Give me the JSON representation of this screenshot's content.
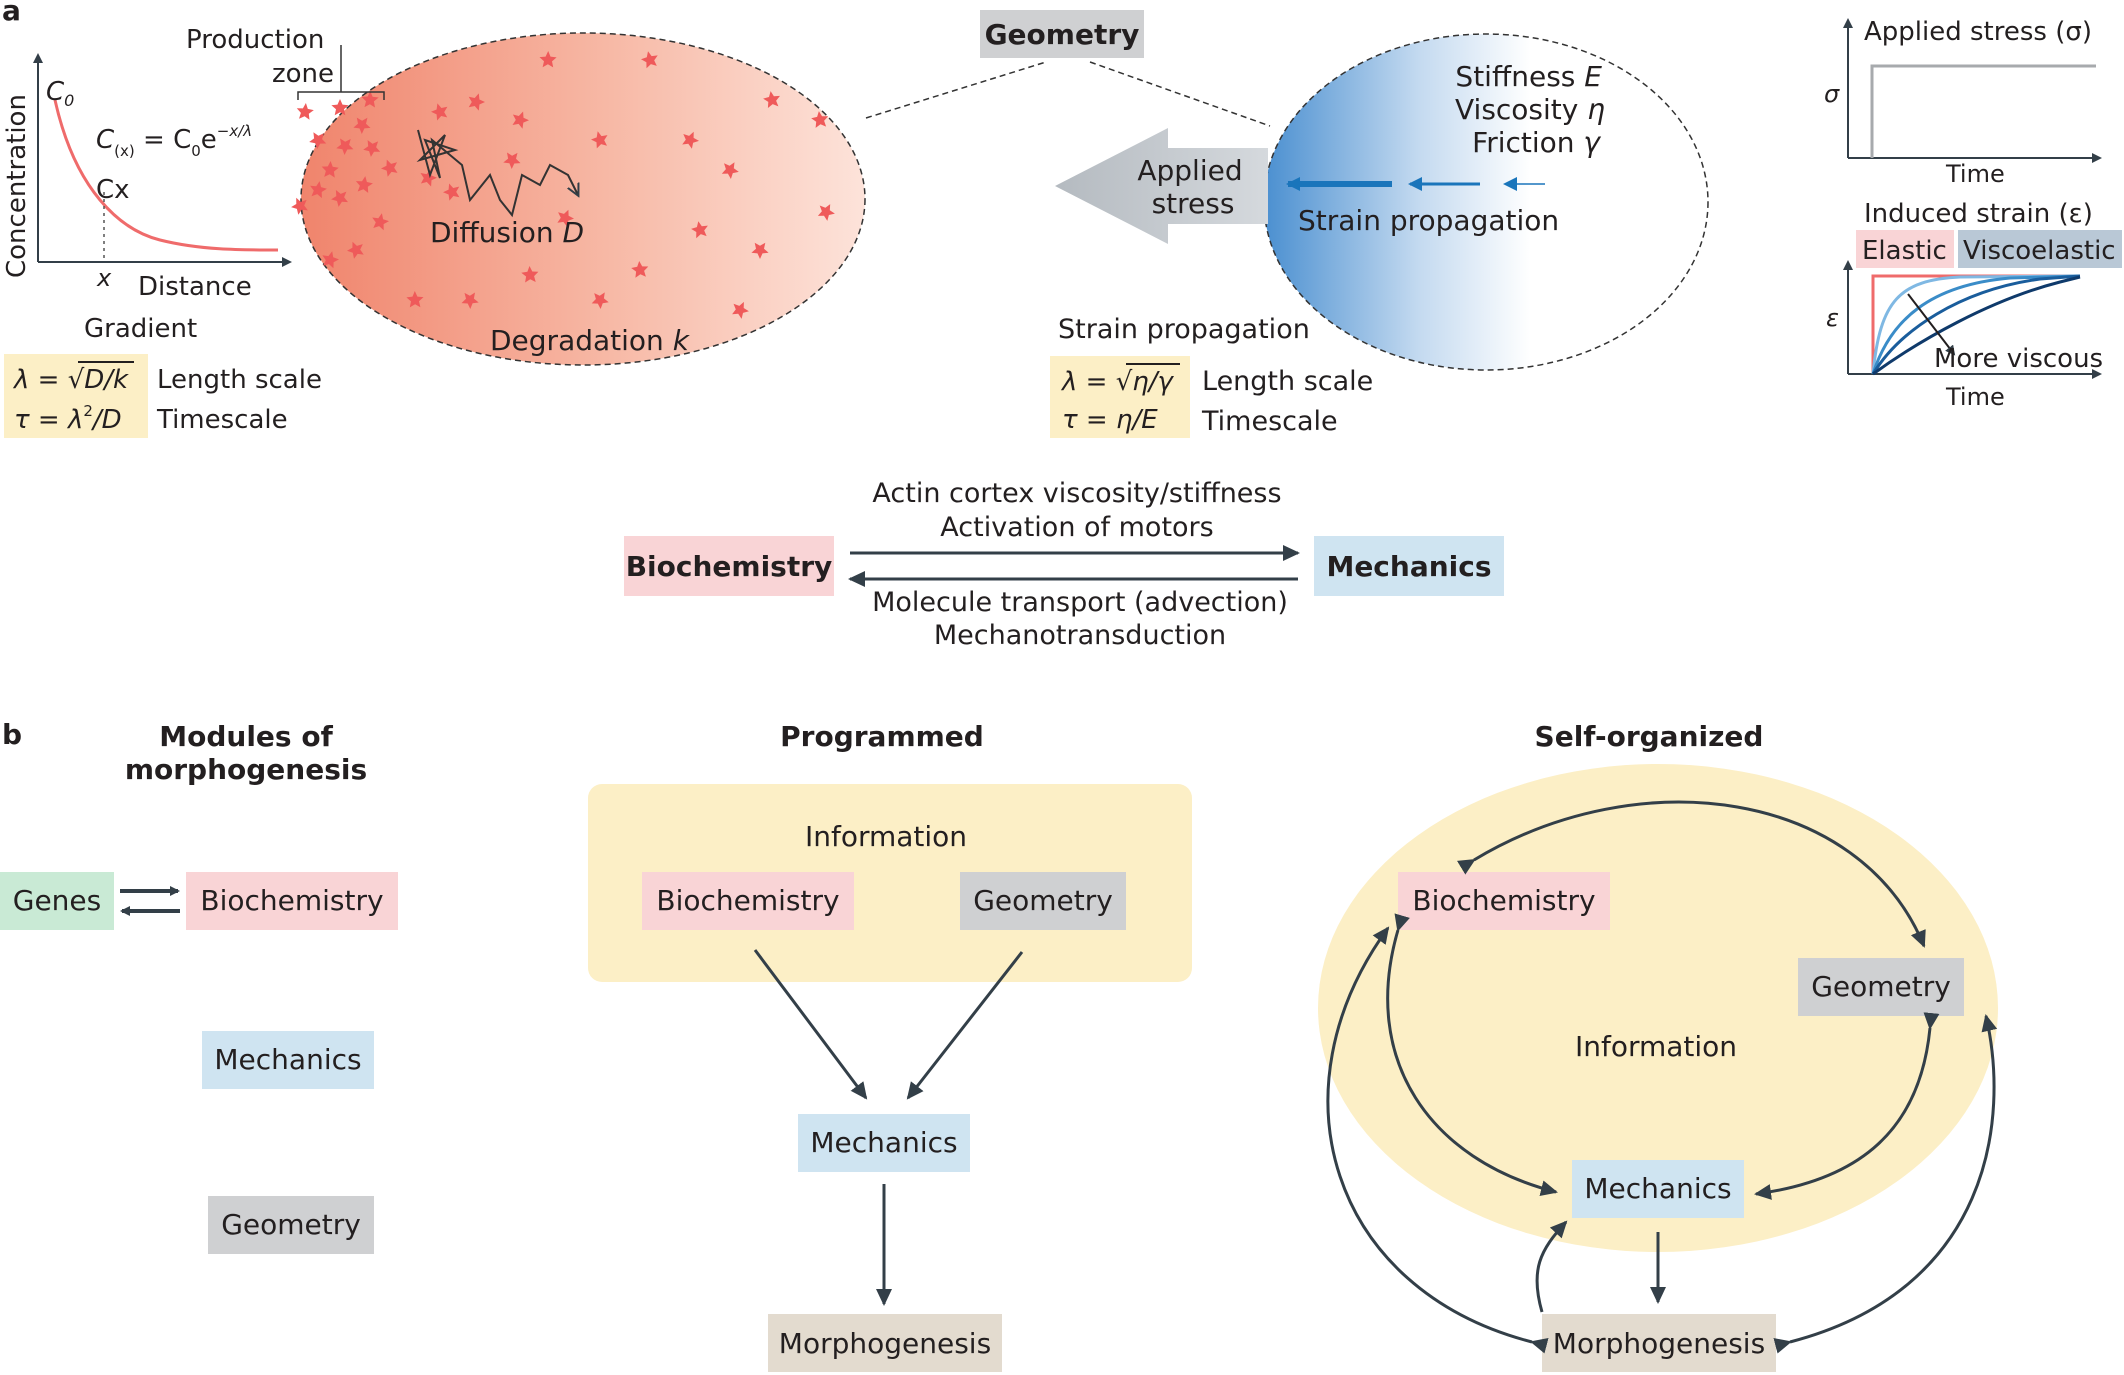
{
  "colors": {
    "biochemistry": "#f9d4d6",
    "mechanics": "#cfe4f1",
    "geometry": "#cfd0d2",
    "genes": "#c9ead5",
    "morphogenesis": "#e3dbcf",
    "information": "#fcefc6",
    "cell_red": "#ef5a5a",
    "strain_blue": "#1a75bb",
    "arrow": "#333f48"
  },
  "panel_a": {
    "label": "a",
    "gradient_plot": {
      "y_label": "Concentration",
      "x_label": "Distance",
      "c0": "C",
      "c0_sub": "0",
      "cx": "Cx",
      "x_marker": "x",
      "equation_lhs": "C",
      "equation_sub": "(x)",
      "equation_mid": " = C",
      "equation_sub2": "0",
      "equation_rhs": "e",
      "equation_sup": "−x/λ",
      "caption": "Gradient"
    },
    "gradient_scales": {
      "lambda_formula_left": "λ = ",
      "lambda_formula_right": "D/k",
      "lambda_label": "Length scale",
      "tau_formula_left": "τ = λ",
      "tau_formula_sup": "2",
      "tau_formula_right": "/D",
      "tau_label": "Timescale"
    },
    "production_zone": [
      "Production",
      "zone"
    ],
    "diffusion_label": "Diffusion ",
    "diffusion_symbol": "D",
    "degradation_label": "Degradation ",
    "degradation_symbol": "k",
    "geometry_label": "Geometry",
    "strain_cell": {
      "stiffness": "Stiffness ",
      "stiffness_symbol": "E",
      "viscosity": "Viscosity ",
      "viscosity_symbol": "η",
      "friction": "Friction ",
      "friction_symbol": "γ",
      "applied_stress": [
        "Applied",
        "stress"
      ],
      "strain_propagation": "Strain propagation"
    },
    "strain_scales": {
      "title": "Strain propagation",
      "lambda_formula_left": "λ = ",
      "lambda_formula_right": "η/γ",
      "lambda_label": "Length scale",
      "tau_formula": "τ = η/E",
      "tau_label": "Timescale"
    },
    "stress_plot": {
      "title": "Applied stress (σ)",
      "y_symbol": "σ",
      "x_label": "Time"
    },
    "strain_plot": {
      "title": "Induced strain (ε)",
      "elastic_label": "Elastic",
      "viscoelastic_label": "Viscoelastic",
      "y_symbol": "ε",
      "annotation": "More viscous",
      "x_label": "Time"
    },
    "coupling": {
      "left_box": "Biochemistry",
      "right_box": "Mechanics",
      "top_line1": "Actin cortex viscosity/stiffness",
      "top_line2": "Activation of motors",
      "bottom_line1": "Molecule transport (advection)",
      "bottom_line2": "Mechanotransduction"
    }
  },
  "panel_b": {
    "label": "b",
    "modules": {
      "title_line1": "Modules of",
      "title_line2": "morphogenesis",
      "genes": "Genes",
      "biochemistry": "Biochemistry",
      "mechanics": "Mechanics",
      "geometry": "Geometry"
    },
    "programmed": {
      "title": "Programmed",
      "information": "Information",
      "biochemistry": "Biochemistry",
      "geometry": "Geometry",
      "mechanics": "Mechanics",
      "morphogenesis": "Morphogenesis"
    },
    "self_organized": {
      "title": "Self-organized",
      "information": "Information",
      "biochemistry": "Biochemistry",
      "geometry": "Geometry",
      "mechanics": "Mechanics",
      "morphogenesis": "Morphogenesis"
    }
  }
}
